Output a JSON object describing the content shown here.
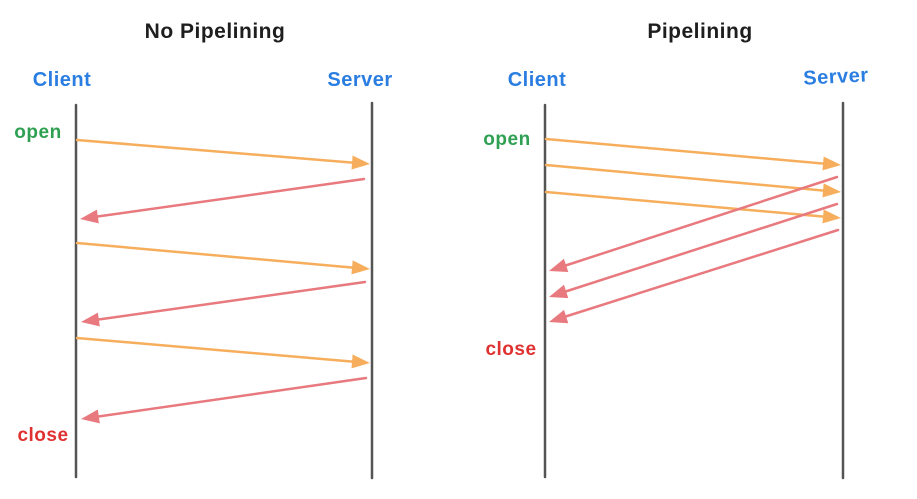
{
  "diagram": {
    "kind": "sequence-diagram-comparison",
    "panels": [
      {
        "title": "No Pipelining",
        "client_label": "Client",
        "server_label": "Server",
        "open_label": "open",
        "close_label": "close",
        "requests": 3,
        "responses": 3,
        "pattern": "alternating request-response"
      },
      {
        "title": "Pipelining",
        "client_label": "Client",
        "server_label": "Server",
        "open_label": "open",
        "close_label": "close",
        "requests": 3,
        "responses": 3,
        "pattern": "batched requests then batched responses"
      }
    ],
    "colors": {
      "title": "#1e1e1e",
      "actor_label": "#2a7de1",
      "open_label": "#2fa052",
      "close_label": "#e03131",
      "lifeline": "#545454",
      "request_arrow": "#f6ae5c",
      "response_arrow": "#e8797e"
    }
  }
}
